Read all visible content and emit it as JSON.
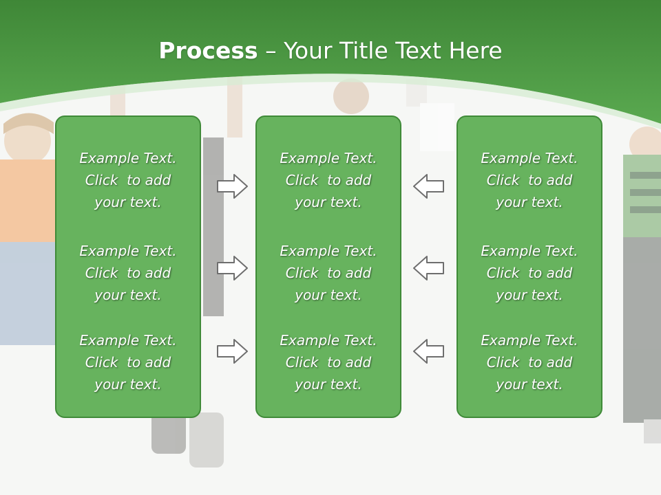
{
  "slide": {
    "title_bold": "Process",
    "title_rest": " – Your Title Text Here",
    "colors": {
      "header_green": "#4e9a44",
      "panel_green": "#67b35e",
      "panel_border": "#3f8a38",
      "arrow_stroke": "#6e6e6e"
    },
    "panels": [
      {
        "blocks": [
          {
            "line1": "Example Text.",
            "line2": "Click  to add",
            "line3": "your text."
          },
          {
            "line1": "Example Text.",
            "line2": "Click  to add",
            "line3": "your text."
          },
          {
            "line1": "Example Text.",
            "line2": "Click  to add",
            "line3": "your text."
          }
        ]
      },
      {
        "blocks": [
          {
            "line1": "Example Text.",
            "line2": "Click  to add",
            "line3": "your text."
          },
          {
            "line1": "Example Text.",
            "line2": "Click  to add",
            "line3": "your text."
          },
          {
            "line1": "Example Text.",
            "line2": "Click  to add",
            "line3": "your text."
          }
        ]
      },
      {
        "blocks": [
          {
            "line1": "Example Text.",
            "line2": "Click  to add",
            "line3": "your text."
          },
          {
            "line1": "Example Text.",
            "line2": "Click  to add",
            "line3": "your text."
          },
          {
            "line1": "Example Text.",
            "line2": "Click  to add",
            "line3": "your text."
          }
        ]
      }
    ],
    "arrows": {
      "left_group": "arrow-right-icon",
      "right_group": "arrow-left-icon"
    }
  }
}
